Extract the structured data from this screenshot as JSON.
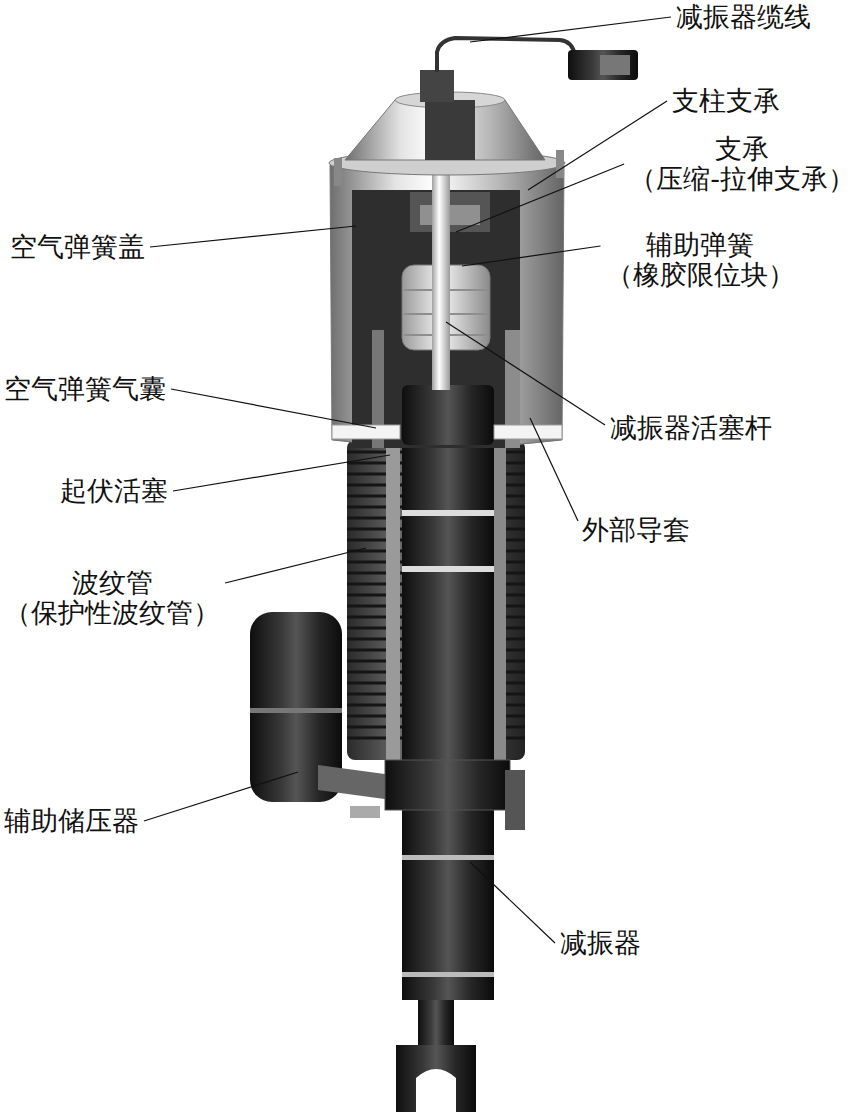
{
  "diagram": {
    "labels": [
      "减振器缆线",
      "支柱支承",
      "支承 （压缩-拉伸支承）",
      "空气弹簧盖",
      "辅助弹簧 （橡胶限位块）",
      "空气弹簧气囊",
      "减振器活塞杆",
      "起伏活塞",
      "外部导套",
      "波纹管 （保护性波纹管）",
      "辅助储压器",
      "减振器"
    ]
  }
}
